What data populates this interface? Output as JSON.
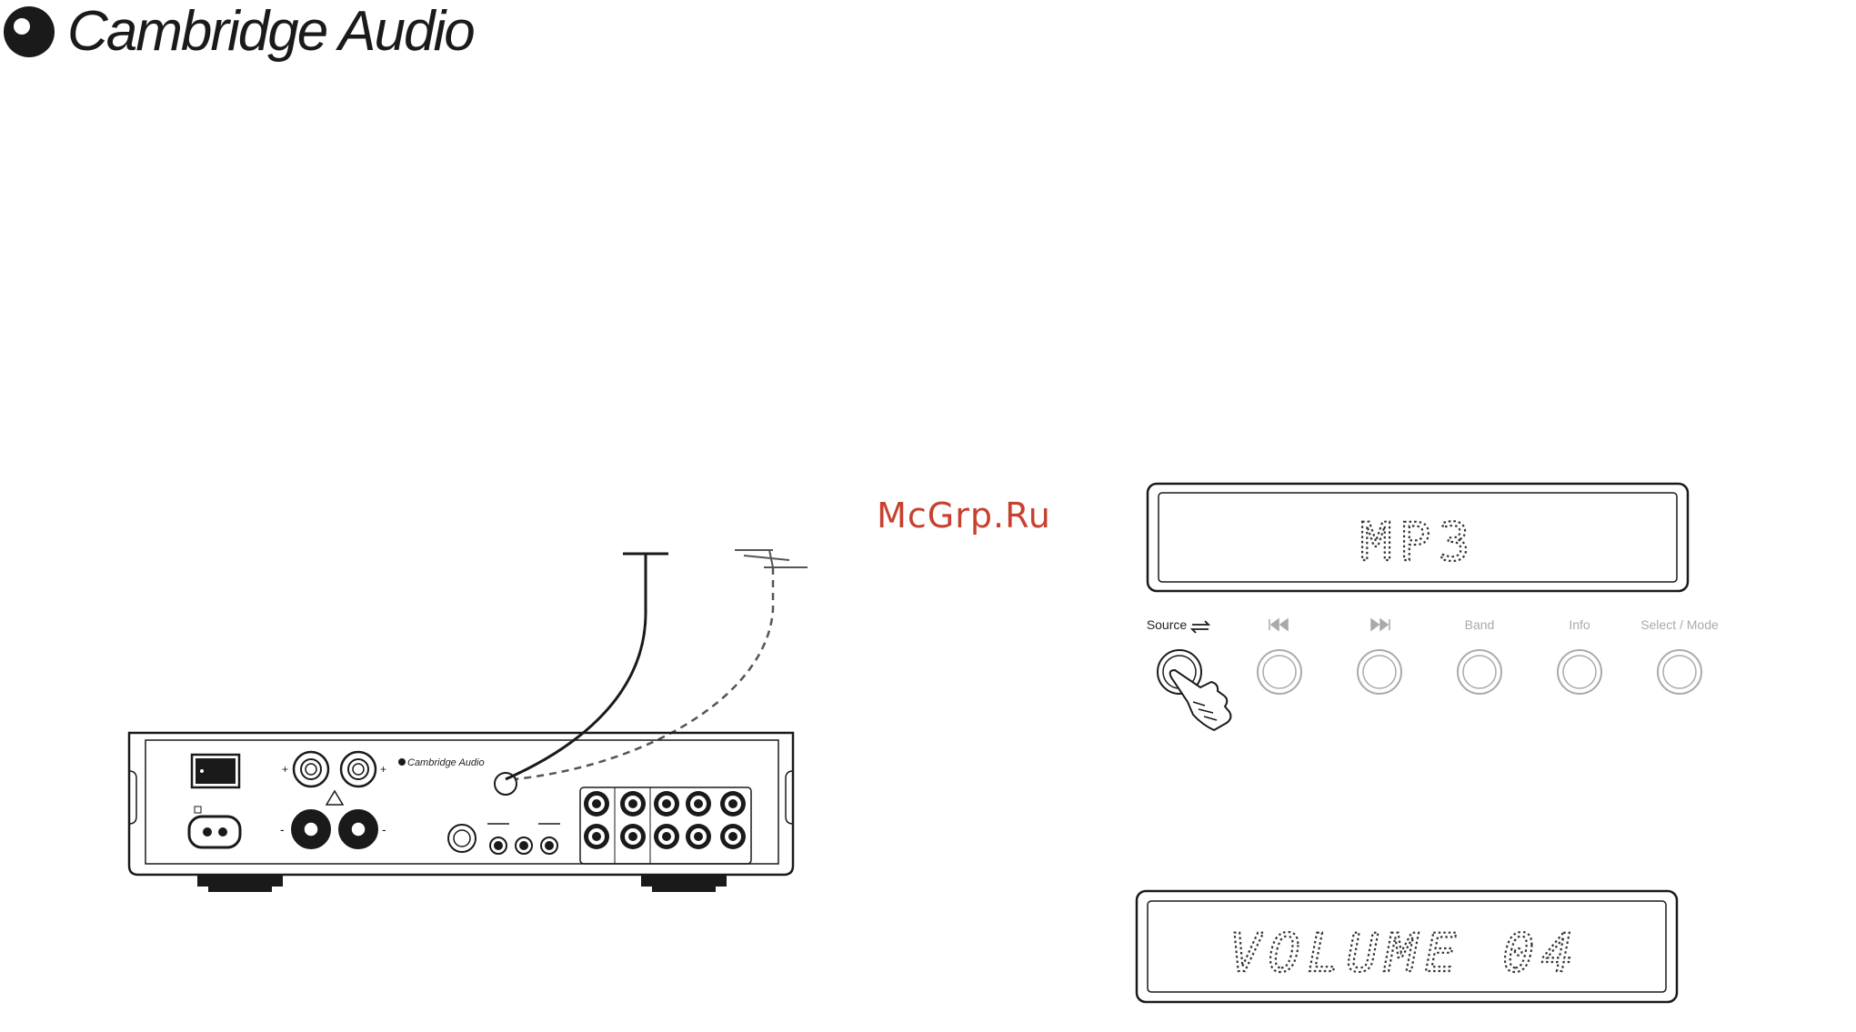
{
  "header": {
    "brand": "Cambridge Audio"
  },
  "watermark": "McGrp.Ru",
  "rear_panel": {
    "brand": "Cambridge Audio"
  },
  "front_panel": {
    "display_top": "MP3",
    "display_bottom": "VOLUME 04",
    "buttons": [
      {
        "label": "Source",
        "icon": "repeat-icon",
        "pressed": true
      },
      {
        "label": "",
        "icon": "skip-back-icon",
        "pressed": false
      },
      {
        "label": "",
        "icon": "skip-forward-icon",
        "pressed": false
      },
      {
        "label": "Band",
        "icon": "",
        "pressed": false
      },
      {
        "label": "Info",
        "icon": "",
        "pressed": false
      },
      {
        "label": "Select / Mode",
        "icon": "",
        "pressed": false
      }
    ]
  },
  "colors": {
    "ink": "#1a1a1a",
    "watermark": "#c8402f",
    "inactive_label": "#aaaaaa"
  }
}
